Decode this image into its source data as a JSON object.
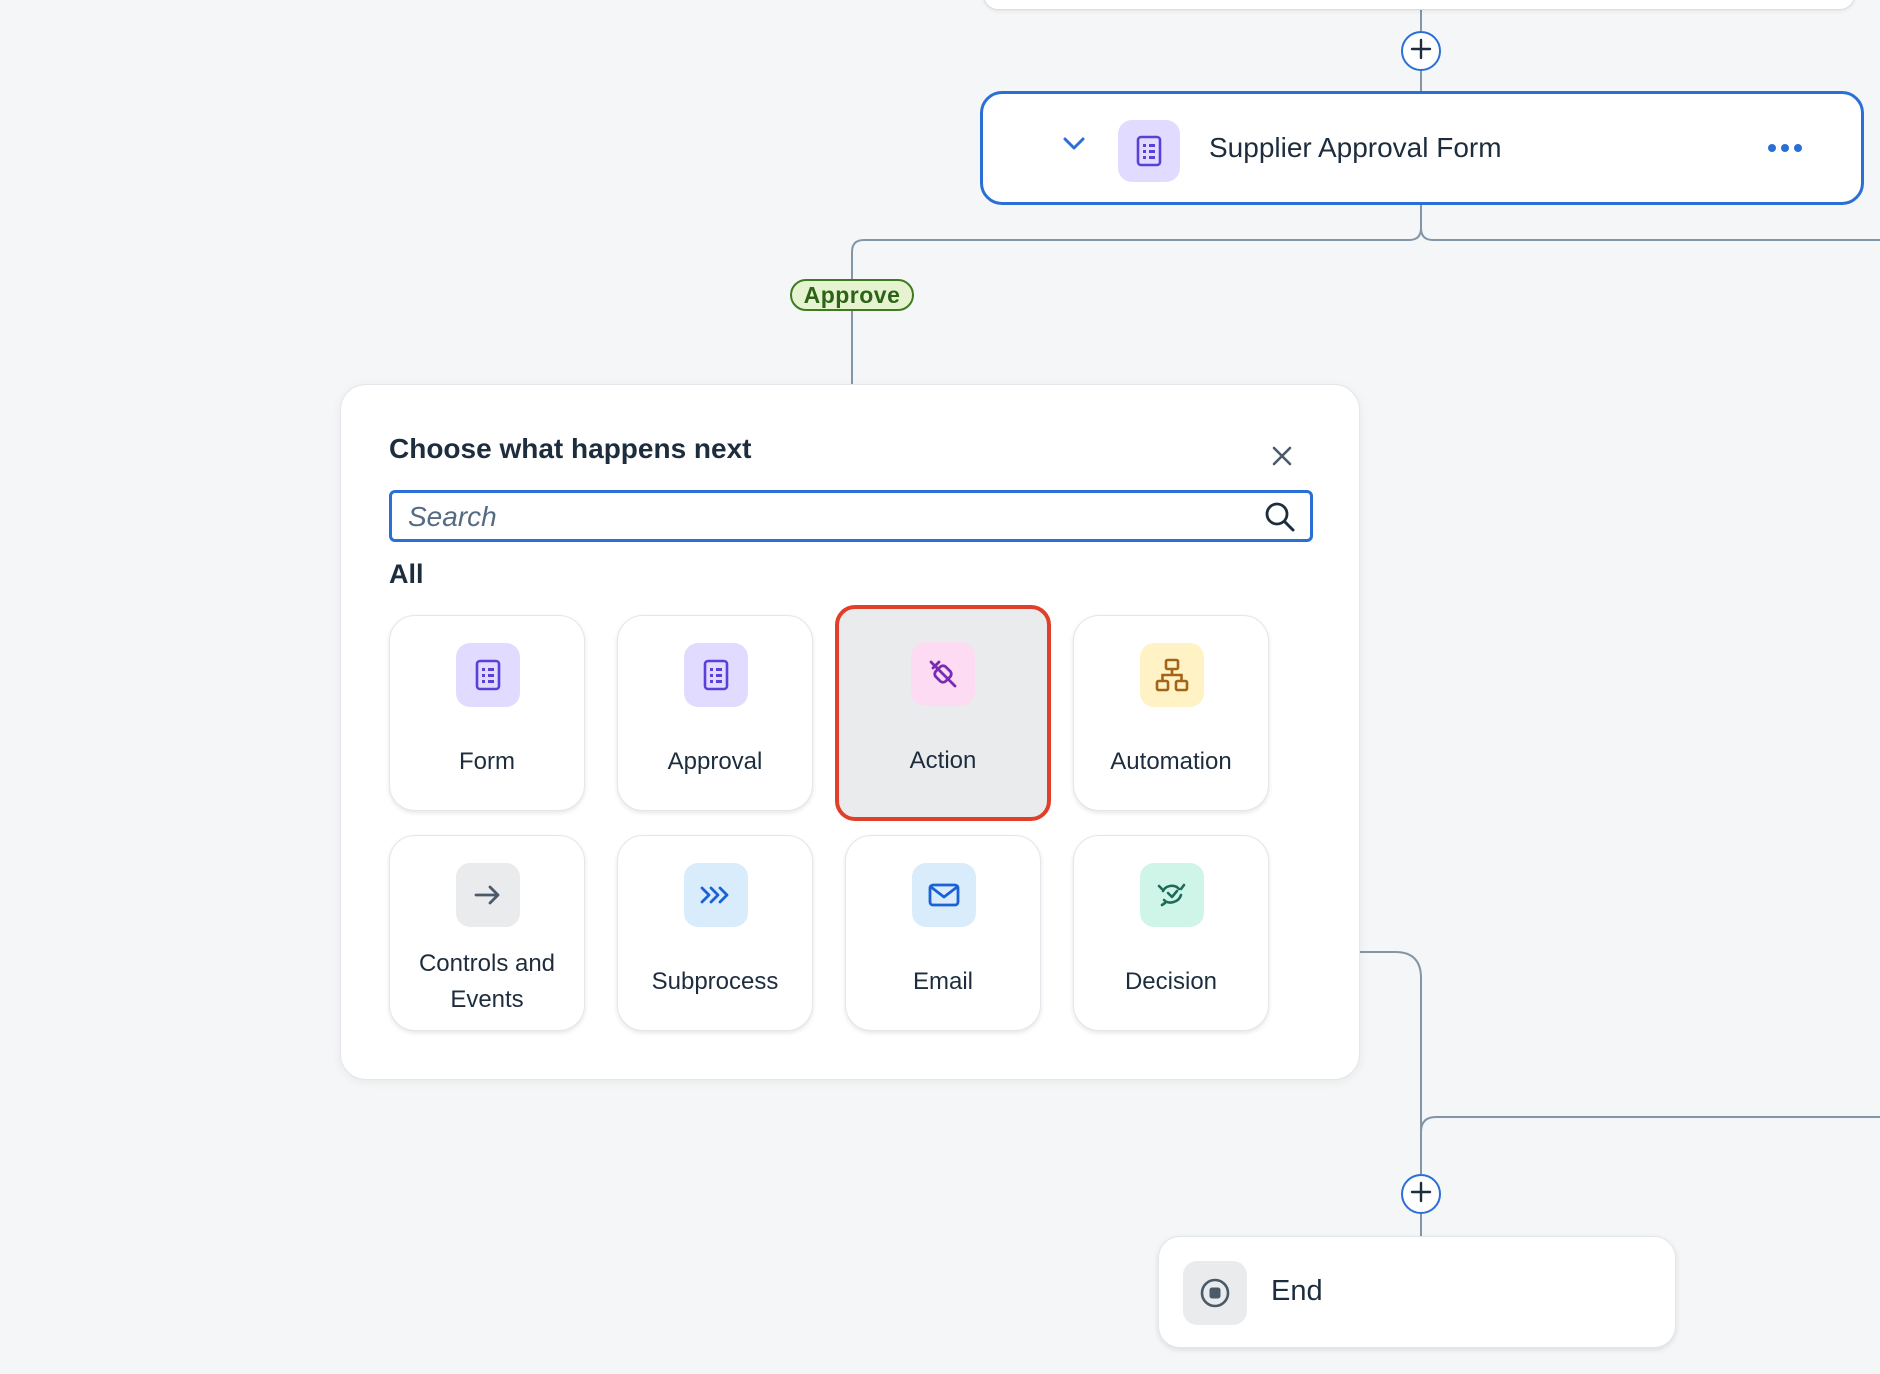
{
  "workflow": {
    "step_node": {
      "title": "Supplier Approval Form"
    },
    "branch_label": "Approve",
    "end_node": {
      "label": "End"
    }
  },
  "popover": {
    "title": "Choose what happens next",
    "search": {
      "placeholder": "Search",
      "value": ""
    },
    "section_label": "All",
    "tiles": [
      {
        "label": "Form",
        "icon": "form-icon",
        "bg": "#e1dcff",
        "color": "#5b3fd6"
      },
      {
        "label": "Approval",
        "icon": "approval-icon",
        "bg": "#e1dcff",
        "color": "#5b3fd6"
      },
      {
        "label": "Action",
        "icon": "action-plug-icon",
        "bg": "#fddcf3",
        "color": "#7a2bb5",
        "selected": true
      },
      {
        "label": "Automation",
        "icon": "automation-icon",
        "bg": "#fff2c4",
        "color": "#a3641a"
      },
      {
        "label": "Controls and Events",
        "icon": "arrow-right-icon",
        "bg": "#eaebed",
        "color": "#4a5a6b"
      },
      {
        "label": "Subprocess",
        "icon": "subprocess-icon",
        "bg": "#d9ecfb",
        "color": "#1b62d6"
      },
      {
        "label": "Email",
        "icon": "email-icon",
        "bg": "#d9ecfb",
        "color": "#1b62d6"
      },
      {
        "label": "Decision",
        "icon": "decision-icon",
        "bg": "#cff5e8",
        "color": "#1e6b5a"
      }
    ]
  },
  "colors": {
    "accent": "#2a6fd6",
    "selection": "#e0402a",
    "connector": "#8396a8"
  }
}
